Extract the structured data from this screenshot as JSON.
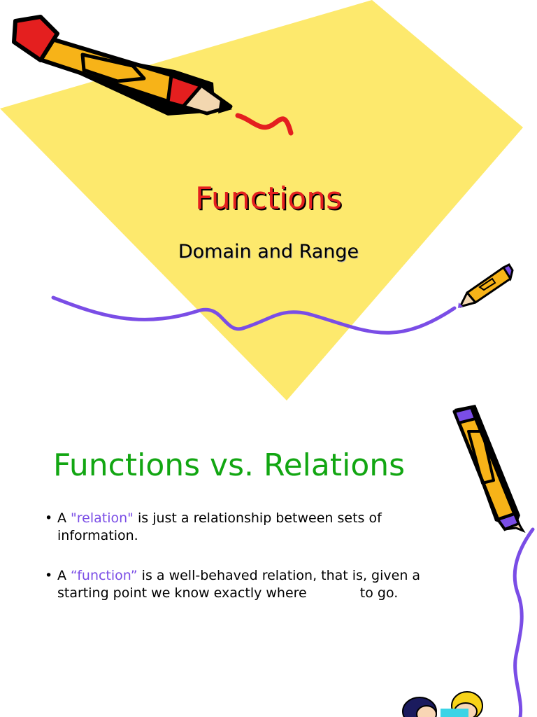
{
  "slides": [
    {
      "title": "Functions",
      "subtitle": "Domain and Range",
      "colors": {
        "background_shape": "#fde96d",
        "title": "#e41f1f",
        "squiggle": "#7a4de6",
        "pencil_body": "#f7b318",
        "pencil_tip_trim": "#e41f1f"
      },
      "icons": [
        "pencil-icon",
        "small-pencil-icon",
        "squiggle-line"
      ]
    },
    {
      "title": "Functions vs. Relations",
      "bullets": [
        {
          "prefix": "A ",
          "term": "\"relation\"",
          "rest": " is just a relationship between sets of information."
        },
        {
          "prefix": "A ",
          "term": "“function”",
          "rest_before_gap": " is a well-behaved relation, that is, given a starting point we know exactly where",
          "rest_after_gap": " to go."
        }
      ],
      "bullet_char": "•",
      "colors": {
        "title": "#12a612",
        "term": "#7a4de6",
        "squiggle": "#7a4de6"
      },
      "icons": [
        "pencil-icon",
        "squiggle-line",
        "children-clipart"
      ]
    }
  ]
}
